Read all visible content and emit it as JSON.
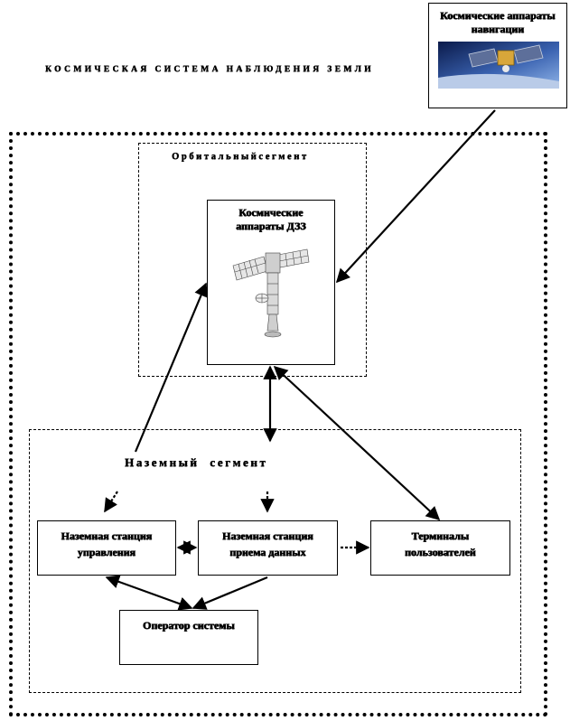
{
  "title": "КОСМИЧЕСКАЯ СИСТЕМА НАБЛЮДЕНИЯ ЗЕМЛИ",
  "navigation_box": {
    "label": "Космические аппараты навигации",
    "image_icon": "navigation-satellite-icon"
  },
  "orbital_segment": {
    "label": "Орбитальныйсегмент",
    "satellite_box": {
      "label": "Космические аппараты ДЗЗ",
      "image_icon": "remote-sensing-satellite-icon"
    }
  },
  "ground_segment": {
    "label": "Наземный сегмент",
    "control_station": "Наземная станция управления",
    "receiving_station": "Наземная станция приема данных",
    "user_terminals": "Терминалы пользователей",
    "system_operator": "Оператор системы"
  },
  "colors": {
    "line": "#000000",
    "background": "#ffffff"
  }
}
